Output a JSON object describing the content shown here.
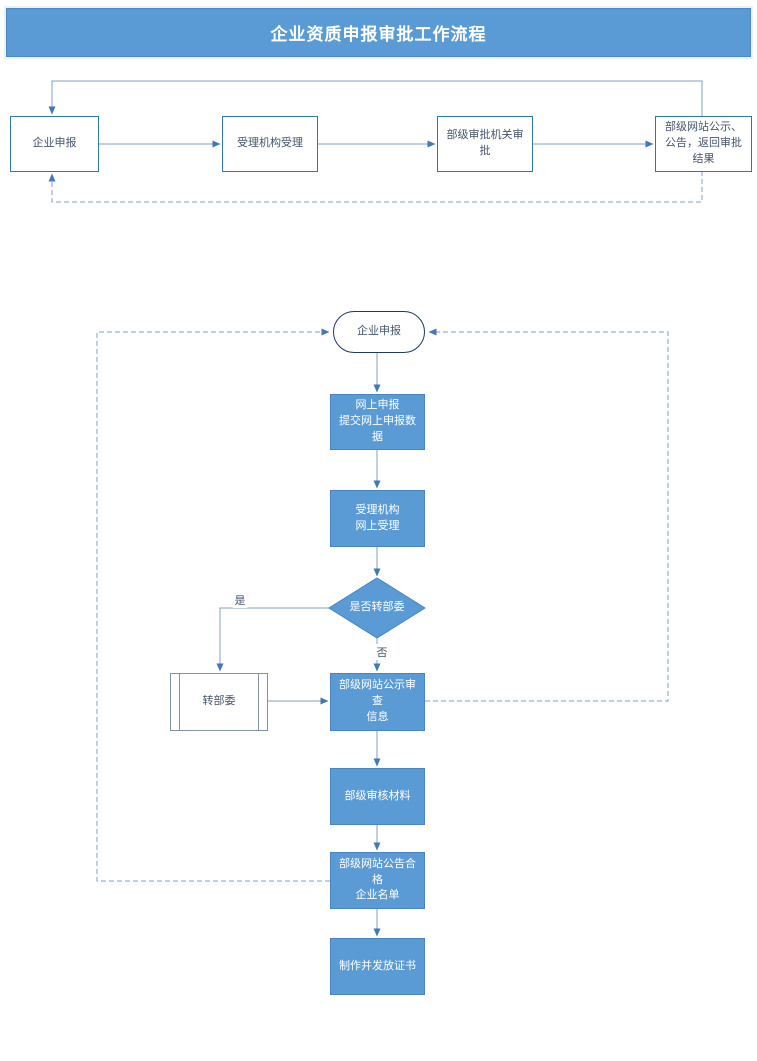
{
  "title": "企业资质申报审批工作流程",
  "colors": {
    "header_bg": "#5b9bd5",
    "process_fill": "#5b9bd5",
    "process_border": "#4a84c4",
    "white_box_border": "#2e75b6",
    "stadium_border": "#1f3864",
    "side_box_border": "#7f93a8",
    "text_dark": "#44546a",
    "text_light": "#ffffff",
    "connector": "#7ca0c4",
    "arrowhead": "#4377b6"
  },
  "top_flow": {
    "nodes": [
      {
        "label": "企业申报"
      },
      {
        "label": "受理机构受理"
      },
      {
        "label": "部级审批机关审批"
      },
      {
        "label": "部级网站公示、公告，返回审批结果"
      }
    ]
  },
  "detail_flow": {
    "start_label": "企业申报",
    "steps": [
      {
        "label": "网上申报\n提交网上申报数据"
      },
      {
        "label": "受理机构\n网上受理"
      },
      {
        "label": "部级网站公示审查\n信息"
      },
      {
        "label": "部级审核材料"
      },
      {
        "label": "部级网站公告合格\n企业名单"
      },
      {
        "label": "制作并发放证书"
      }
    ],
    "decision": {
      "label": "是否转部委",
      "yes_label": "是",
      "no_label": "否"
    },
    "side_process_label": "转部委"
  }
}
